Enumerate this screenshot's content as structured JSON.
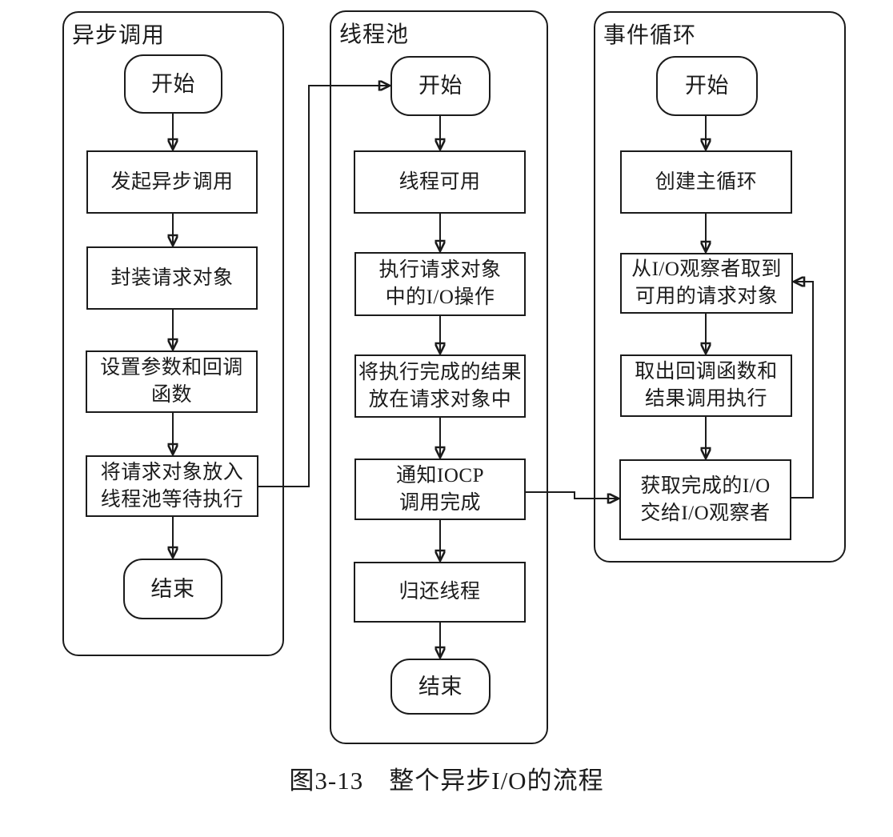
{
  "flowchart": {
    "caption": "图3-13　整个异步I/O的流程",
    "colors": {
      "line": "#1b1b1b",
      "background": "#ffffff"
    },
    "lanes": [
      {
        "title": "异步调用",
        "nodes": [
          {
            "label": "开始",
            "shape": "rounded"
          },
          {
            "label": "发起异步调用",
            "shape": "rect"
          },
          {
            "label": "封装请求对象",
            "shape": "rect"
          },
          {
            "label": "设置参数和回调\n函数",
            "shape": "rect"
          },
          {
            "label": "将请求对象放入\n线程池等待执行",
            "shape": "rect"
          },
          {
            "label": "结束",
            "shape": "rounded"
          }
        ]
      },
      {
        "title": "线程池",
        "nodes": [
          {
            "label": "开始",
            "shape": "rounded"
          },
          {
            "label": "线程可用",
            "shape": "rect"
          },
          {
            "label": "执行请求对象\n中的I/O操作",
            "shape": "rect"
          },
          {
            "label": "将执行完成的结果\n放在请求对象中",
            "shape": "rect"
          },
          {
            "label": "通知IOCP\n调用完成",
            "shape": "rect"
          },
          {
            "label": "归还线程",
            "shape": "rect"
          },
          {
            "label": "结束",
            "shape": "rounded"
          }
        ]
      },
      {
        "title": "事件循环",
        "nodes": [
          {
            "label": "开始",
            "shape": "rounded"
          },
          {
            "label": "创建主循环",
            "shape": "rect"
          },
          {
            "label": "从I/O观察者取到\n可用的请求对象",
            "shape": "rect"
          },
          {
            "label": "取出回调函数和\n结果调用执行",
            "shape": "rect"
          },
          {
            "label": "获取完成的I/O\n交给I/O观察者",
            "shape": "rect"
          }
        ]
      }
    ]
  }
}
